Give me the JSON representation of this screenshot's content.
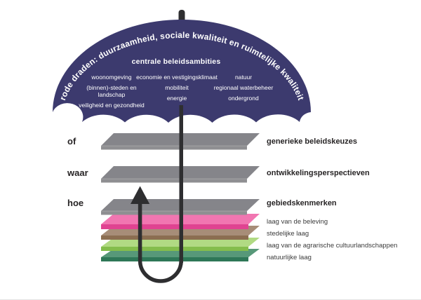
{
  "umbrella": {
    "arc_text": "rode draden: duurzaamheid, sociale kwaliteit en ruimtelijke kwaliteit",
    "heading": "centrale beleidsambities",
    "color": "#3c3a6e",
    "ambitions": {
      "col1": [
        "woonomgeving",
        "(binnen)-steden en landschap",
        "veiligheid en gezondheid"
      ],
      "col2": [
        "economie en vestigingsklimaat",
        "mobiliteit",
        "energie"
      ],
      "col3": [
        "natuur",
        "regionaal waterbeheer",
        "ondergrond"
      ]
    }
  },
  "policy_levels": [
    {
      "question": "of",
      "label": "generieke beleidskeuzes",
      "top_color": "#85858a",
      "front_color": "#8f8f92"
    },
    {
      "question": "waar",
      "label": "ontwikkelingsperspectieven",
      "top_color": "#85858a",
      "front_color": "#8f8f92"
    },
    {
      "question": "hoe",
      "label": "gebiedskenmerken",
      "top_color": "#85858a",
      "front_color": "#8f8f92"
    }
  ],
  "strata": [
    {
      "label": "laag van de beleving",
      "top_color": "#f176b1",
      "front_color": "#e04391"
    },
    {
      "label": "stedelijke laag",
      "top_color": "#a78d78",
      "front_color": "#8b6e51"
    },
    {
      "label": "laag van de agrarische cultuurlandschappen",
      "top_color": "#b1da83",
      "front_color": "#84bd4c"
    },
    {
      "label": "natuurlijke laag",
      "top_color": "#579879",
      "front_color": "#2e7757"
    }
  ],
  "handle_color": "#2e2e30"
}
